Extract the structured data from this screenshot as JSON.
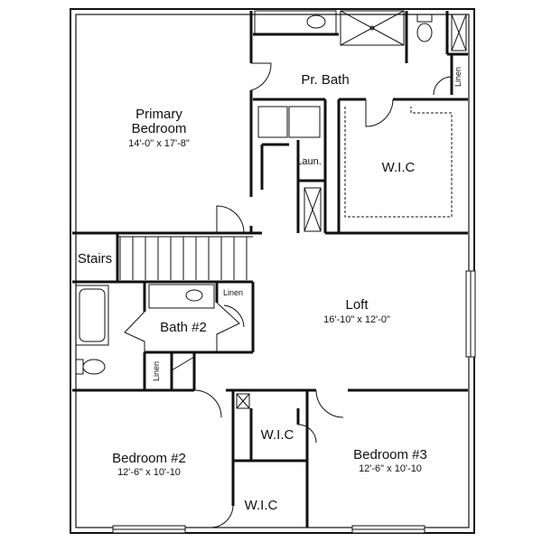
{
  "rooms": {
    "primary_bedroom": {
      "name_line1": "Primary",
      "name_line2": "Bedroom",
      "dims": "14'-0\" x 17'-8\""
    },
    "pr_bath": {
      "name": "Pr. Bath"
    },
    "linen_top": {
      "name": "Linen"
    },
    "laundry": {
      "name": "Laun."
    },
    "wic_primary": {
      "name": "W.I.C"
    },
    "stairs": {
      "name": "Stairs"
    },
    "loft": {
      "name": "Loft",
      "dims": "16'-10\" x 12'-0\""
    },
    "bath2": {
      "name": "Bath #2"
    },
    "linen_bath2": {
      "name": "Linen"
    },
    "linen_hall": {
      "name": "Linen"
    },
    "wic_bed3": {
      "name": "W.I.C"
    },
    "bedroom2": {
      "name": "Bedroom #2",
      "dims": "12'-6\" x 10'-10"
    },
    "bedroom3": {
      "name": "Bedroom #3",
      "dims": "12'-6\" x 10'-10"
    },
    "wic_bed2": {
      "name": "W.I.C"
    }
  }
}
